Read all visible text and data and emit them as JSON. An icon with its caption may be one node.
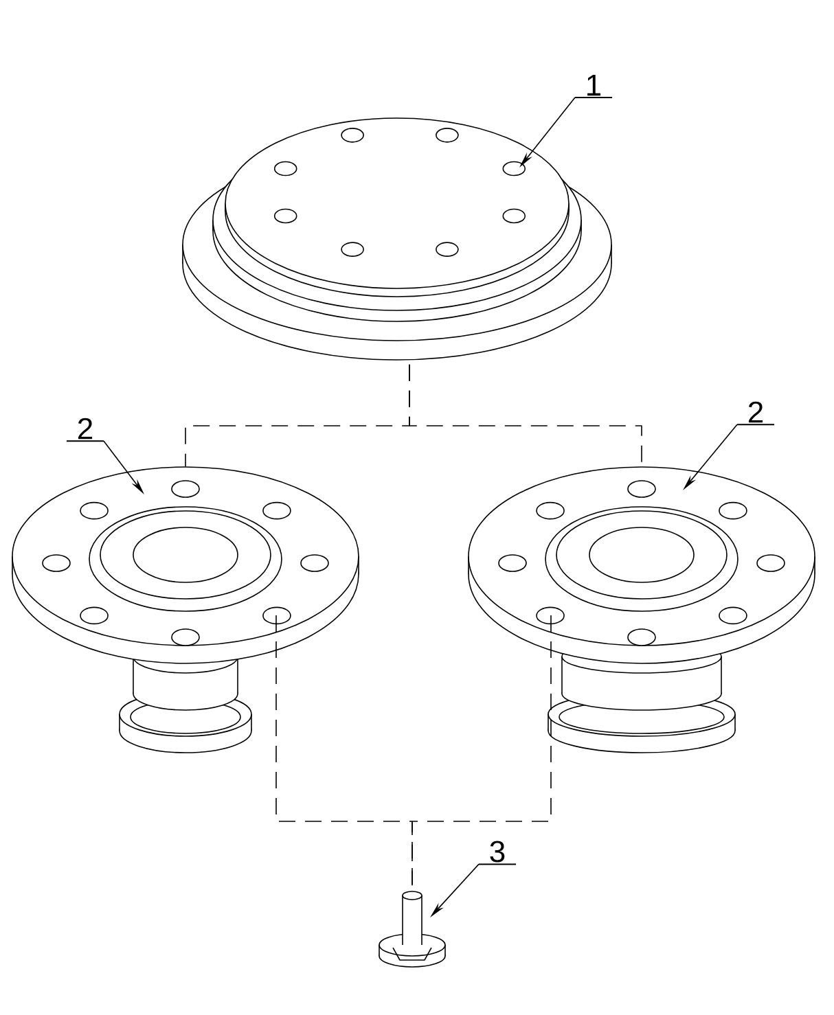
{
  "diagram": {
    "nodes": [
      {
        "text": [],
        "shape": "picture"
      },
      {
        "text": [
          "1"
        ]
      },
      {
        "text": [
          "2"
        ]
      },
      {
        "text": [
          "2"
        ]
      },
      {
        "text": [],
        "shape": "picture"
      },
      {
        "text": [],
        "shape": "picture"
      },
      {
        "text": [
          "3"
        ]
      },
      {
        "text": [],
        "shape": "picture"
      }
    ],
    "edges": [
      {
        "from": 1,
        "to": 0,
        "arrow": "to"
      },
      {
        "from": 2,
        "to": 4,
        "arrow": "to"
      },
      {
        "from": 3,
        "to": 5,
        "arrow": "to"
      },
      {
        "from": 6,
        "to": 7,
        "arrow": "to"
      },
      {
        "from": 0,
        "to": 4,
        "arrow": "none",
        "style": "dashed"
      },
      {
        "from": 0,
        "to": 5,
        "arrow": "none",
        "style": "dashed"
      },
      {
        "from": 4,
        "to": 7,
        "arrow": "none",
        "style": "dashed"
      },
      {
        "from": 5,
        "to": 7,
        "arrow": "none",
        "style": "dashed"
      }
    ]
  }
}
